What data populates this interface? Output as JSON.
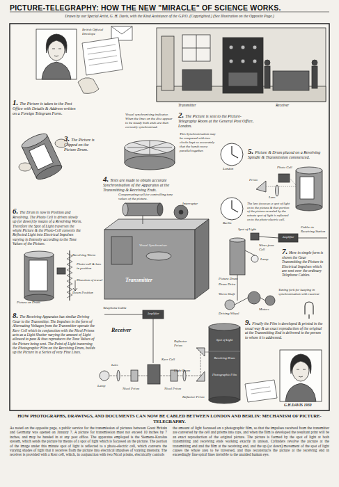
{
  "diagram": {
    "title": "PICTURE-TELEGRAPHY: HOW THE NEW \"MIRACLE\" OF SCIENCE WORKS.",
    "caption": "HOW PHOTOGRAPHS, DRAWINGS, AND DOCUMENTS CAN NOW BE CABLED BETWEEN LONDON AND BERLIN: MECHANISM OF PICTURE-TELEGRAPHY.",
    "nodes": [
      {
        "text": [
          "1.",
          "The Picture is taken to the Post Office with Details & Address written on a Foreign Telegram Form."
        ]
      },
      {
        "text": [
          "2.",
          "The Picture is sent to the Picture-Telegraphy Room at the General Post Office, London."
        ]
      },
      {
        "text": [
          "3.",
          "The Picture is Clipped on the Picture Drum."
        ]
      },
      {
        "text": [
          "4.",
          "Tests are made to obtain accurate Synchronisation of the Apparatus at the Transmitting & Receiving Ends."
        ]
      },
      {
        "text": [
          "5.",
          "Picture & Drum placed on a Revolving Spindle & Transmission commenced."
        ]
      },
      {
        "text": [
          "6.",
          "The Drum is now in Position and Revolving. The Photo Cell is driven slowly up (or down) by means of a Revolving Worm. Therefore the Spot of Light traverses the whole Picture & the Photo-Cell converts the Reflected Light into Electrical Impulses varying in Intensity according to the Tone Values of the Picture."
        ]
      },
      {
        "text": [
          "7.",
          "Here in simple form is shown the Gear Transmitting the Picture in Electrical Impulses which are sent over the ordinary Telephone Cables."
        ]
      },
      {
        "text": [
          "8.",
          "The Receiving Apparatus has similar Driving Gear to the Transmitter. The Impulses in the form of Alternating Voltages from the Transmitter operate the Kerr Cell which in conjunction with the Nicol Prisms acts as a Light Shutter varying the amount of Light allowed to pass & thus reproduces the Tone Values of the Picture being sent. The Point of Light traversing the Photographic Film on the Receiving Drum, builds up the Picture in a Series of very Fine Lines."
        ]
      },
      {
        "text": [
          "9.",
          "Finally the Film is developed & printed in the usual way & an exact reproduction of the original at the Transmitting End is delivered to the person to whom it is addressed."
        ]
      }
    ],
    "labels": [
      "Drawn by our Special Artist, G. H. Davis, with the Kind Assistance of the G.P.O. (Copyrighted.) (See Illustration on the Opposite Page.)",
      "British Official Envelope",
      "Transmitter",
      "Receiver",
      "Visual synchronising indicator. When the lines on the disc appear to be steady both ends are then correctly synchronised.",
      "This Synchronisation may be compared with two clocks kept so accurately that the hands move parallel together.",
      "London",
      "Berlin",
      "Prism",
      "Lens",
      "Photo Cell",
      "The lens focusses a spot of light on to the picture & that portion of the picture revealed by the minute spot of light is reflected on to the photo-electric cell.",
      "Compensating-cell for controlling tone values of the picture.",
      "Interrupter",
      "Visual Synchroniser",
      "Transmitter",
      "Revolving Worm",
      "Photo-cell & lens in position",
      "Direction of travel",
      "Down Position",
      "Picture on Drum",
      "Picture Drum",
      "Spot of Light",
      "Wires from Cell",
      "Cables to Receiving Station",
      "Amplifier",
      "Lamp",
      "Worm Shaft",
      "Drum Drive",
      "Motors",
      "Tuning fork for keeping in synchronisation with receiver",
      "Driving Wheel",
      "Telephone Cable",
      "Amplifier",
      "Receiver",
      "Reflector Prism",
      "Light Beam",
      "Kerr Cell",
      "Nicol Prism",
      "Nicol Prism",
      "Lens",
      "Lamp",
      "Reflector Prism",
      "Spot of Light",
      "Revolving Drum",
      "Photographic Film",
      "G.H.DAVIS 1930",
      "As noted on the opposite page, a public service for the transmission of pictures between Great Britain and Germany was opened on January 7. A picture for transmission must not exceed 10 inches by 7 inches, and may be handed in at any post office. The apparatus employed is the Siemens-Karolus system, which sends the picture by means of a spot of light which is focussed on the picture. The portion of the image under this minute spot of light is reflected to a photo-electric cell, which converts the varying shades of light that it receives from the picture into electrical impulses of varying intensity. The receiver is provided with a Kerr cell, which, in conjunction with two Nicol prisms, electrically controls",
      "the amount of light focussed on a photographic film, so that the impulses received from the transmitter are converted by the cell and prisms into rays, and when the film is developed the resultant print will be an exact reproduction of the original picture. The picture is formed by the spot of light at both transmitting and receiving ends working exactly in unison. Cylinders revolve the picture at the transmitting end and the film at the receiving end, and the up (or down) movement of the spot of light causes the whole area to be traversed, and thus reconstructs the picture at the receiving end in exceedingly fine spiral lines invisible to the unaided human eye."
    ]
  }
}
